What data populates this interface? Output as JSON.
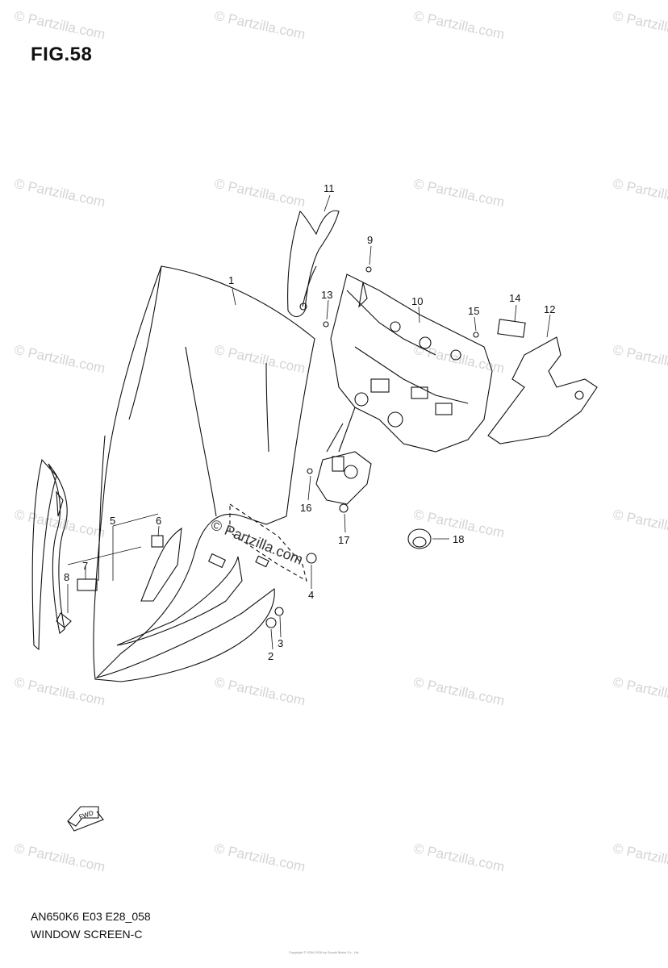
{
  "figure": {
    "title": "FIG.58",
    "model_code": "AN650K6 E03 E28_058",
    "section_name": "WINDOW SCREEN-C",
    "copyright_small": "Copyright © 2004-2016 by Suzuki Motor Co., Ltd."
  },
  "watermark": {
    "text": "© Partzilla.com",
    "center_text": "© Partzilla.com"
  },
  "callouts": [
    "1",
    "2",
    "3",
    "4",
    "5",
    "6",
    "7",
    "8",
    "9",
    "10",
    "11",
    "12",
    "13",
    "14",
    "15",
    "16",
    "17",
    "18"
  ],
  "fwd_label": "FWD"
}
